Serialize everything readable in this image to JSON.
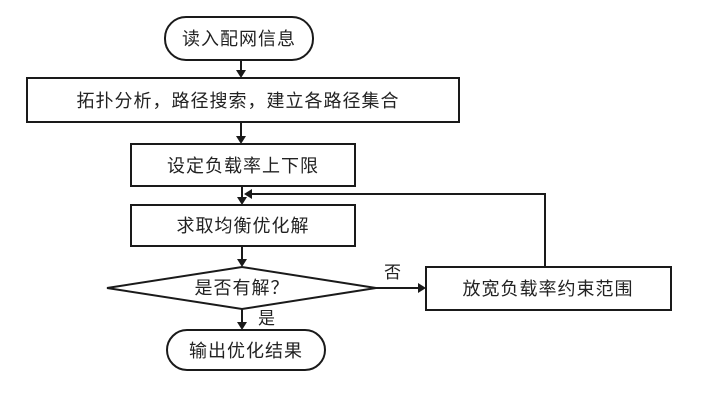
{
  "flowchart": {
    "nodes": {
      "start": {
        "type": "terminal",
        "label": "读入配网信息"
      },
      "topology": {
        "type": "process",
        "label": "拓扑分析，路径搜索，建立各路径集合"
      },
      "set_limits": {
        "type": "process",
        "label": "设定负载率上下限"
      },
      "solve": {
        "type": "process",
        "label": "求取均衡优化解"
      },
      "decision": {
        "type": "decision",
        "label": "是否有解？"
      },
      "relax": {
        "type": "process",
        "label": "放宽负载率约束范围"
      },
      "end": {
        "type": "terminal",
        "label": "输出优化结果"
      }
    },
    "edges": {
      "start_to_topology": {
        "from": "start",
        "to": "topology",
        "label": ""
      },
      "topology_to_set_limits": {
        "from": "topology",
        "to": "set_limits",
        "label": ""
      },
      "set_limits_to_solve": {
        "from": "set_limits",
        "to": "solve",
        "label": ""
      },
      "solve_to_decision": {
        "from": "solve",
        "to": "decision",
        "label": ""
      },
      "decision_no": {
        "from": "decision",
        "to": "relax",
        "label": "否"
      },
      "decision_yes": {
        "from": "decision",
        "to": "end",
        "label": "是"
      },
      "relax_loop": {
        "from": "relax",
        "to": "solve",
        "label": ""
      }
    }
  }
}
